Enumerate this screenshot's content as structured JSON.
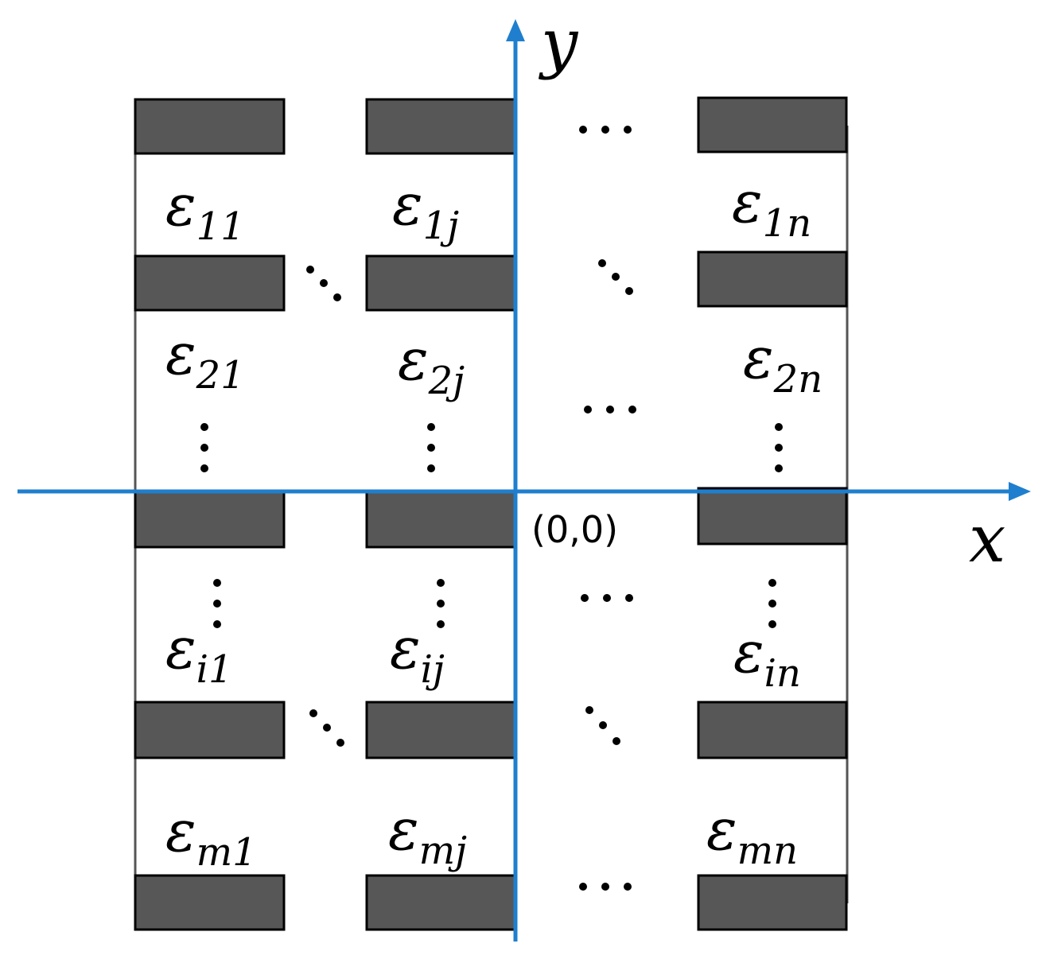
{
  "figure": {
    "axes": {
      "x_label": "x",
      "y_label": "y",
      "origin_label": "(0,0)",
      "axis_color": "#1f7fce"
    },
    "block_color": "#575757",
    "cells": [
      {
        "id": "eps-11",
        "symbol": "ε",
        "sub_row": "1",
        "sub_col": "1",
        "row_italic": false,
        "col_italic": false
      },
      {
        "id": "eps-1j",
        "symbol": "ε",
        "sub_row": "1",
        "sub_col": "j",
        "row_italic": false,
        "col_italic": false
      },
      {
        "id": "eps-1n",
        "symbol": "ε",
        "sub_row": "1",
        "sub_col": "n",
        "row_italic": false,
        "col_italic": true
      },
      {
        "id": "eps-21",
        "symbol": "ε",
        "sub_row": "2",
        "sub_col": "1",
        "row_italic": false,
        "col_italic": false
      },
      {
        "id": "eps-2j",
        "symbol": "ε",
        "sub_row": "2",
        "sub_col": "j",
        "row_italic": false,
        "col_italic": false
      },
      {
        "id": "eps-2n",
        "symbol": "ε",
        "sub_row": "2",
        "sub_col": "n",
        "row_italic": false,
        "col_italic": true
      },
      {
        "id": "eps-i1",
        "symbol": "ε",
        "sub_row": "i",
        "sub_col": "1",
        "row_italic": true,
        "col_italic": false
      },
      {
        "id": "eps-ij",
        "symbol": "ε",
        "sub_row": "i",
        "sub_col": "j",
        "row_italic": true,
        "col_italic": false
      },
      {
        "id": "eps-in",
        "symbol": "ε",
        "sub_row": "i",
        "sub_col": "n",
        "row_italic": true,
        "col_italic": true
      },
      {
        "id": "eps-m1",
        "symbol": "ε",
        "sub_row": "m",
        "sub_col": "1",
        "row_italic": true,
        "col_italic": false
      },
      {
        "id": "eps-mj",
        "symbol": "ε",
        "sub_row": "m",
        "sub_col": "j",
        "row_italic": true,
        "col_italic": false
      },
      {
        "id": "eps-mn",
        "symbol": "ε",
        "sub_row": "m",
        "sub_col": "n",
        "row_italic": true,
        "col_italic": true
      }
    ]
  }
}
